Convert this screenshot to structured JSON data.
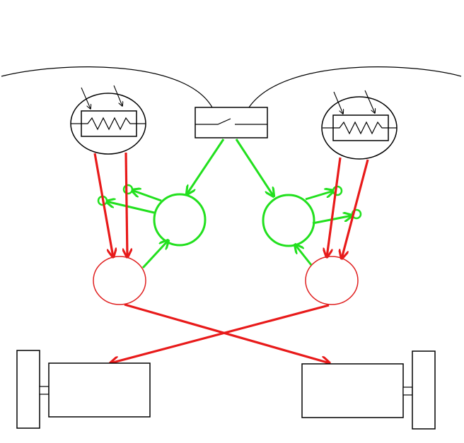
{
  "diagram": {
    "colors": {
      "background": "#ffffff",
      "outline": "#000000",
      "signal_green": "#22e01e",
      "drive_red": "#e81a1a",
      "neuron_red_outline": "#e02020"
    },
    "components": {
      "sensors": [
        {
          "side": "left",
          "icon": "photoresistor-icon"
        },
        {
          "side": "right",
          "icon": "photoresistor-icon"
        }
      ],
      "switch": {
        "icon": "switch-icon"
      },
      "green_neurons": [
        "left",
        "right"
      ],
      "red_neurons": [
        "left",
        "right"
      ],
      "motors": [
        "left",
        "right"
      ],
      "wheels": [
        "left",
        "right"
      ],
      "connections": {
        "red_crossed_drive": true,
        "green_inhibitory_terminals": 4
      }
    }
  }
}
